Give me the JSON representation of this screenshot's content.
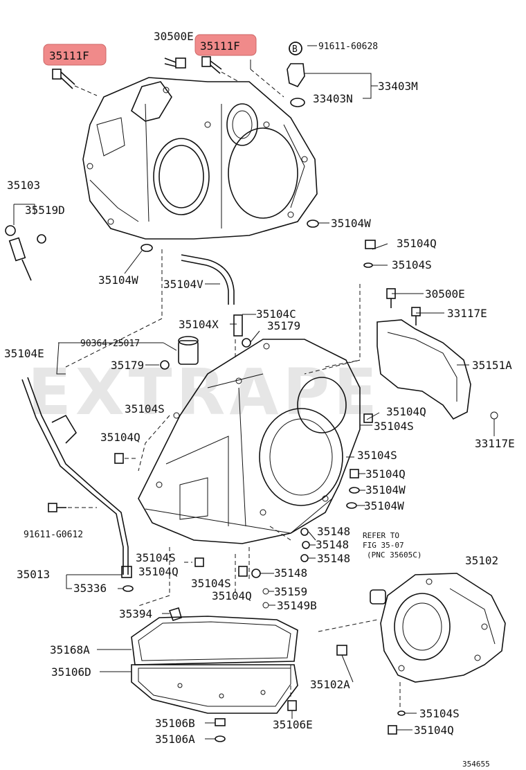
{
  "watermark": "EXTRAPE",
  "figure_id": "354655",
  "highlight_color": "#f08a8a",
  "callouts": {
    "p35111F_left": "35111F",
    "p30500E_top": "30500E",
    "p35111F_top": "35111F",
    "b_marker": "B",
    "p91611_60628": "91611-60628",
    "p33403M": "33403M",
    "p33403N": "33403N",
    "p35103": "35103",
    "p35519D": "35519D",
    "p35104W_right": "35104W",
    "p35104Q_upper": "35104Q",
    "p35104S_upper": "35104S",
    "p35104W_left": "35104W",
    "p35104V": "35104V",
    "p30500E_right": "30500E",
    "p33117E_upper": "33117E",
    "p35104C": "35104C",
    "p35104X": "35104X",
    "p35179_upper": "35179",
    "p35104E": "35104E",
    "p90364_25017": "90364-25017",
    "p35179_left": "35179",
    "p35151A": "35151A",
    "p35104S_mid_left": "35104S",
    "p35104Q_mid_right": "35104Q",
    "p35104S_mid_right": "35104S",
    "p33117E_lower": "33117E",
    "p35104Q_mid_left": "35104Q",
    "p35104S_right2": "35104S",
    "p35104Q_right2": "35104Q",
    "p35104W_right2": "35104W",
    "p35104W_right3": "35104W",
    "p91611_G0612": "91611-G0612",
    "p35148_a": "35148",
    "p35148_b": "35148",
    "p35148_c": "35148",
    "refer_line1": "REFER TO",
    "refer_line2": "FIG 35-07",
    "refer_line3": "(PNC 35605C)",
    "p35102": "35102",
    "p35104S_bl": "35104S",
    "p35013": "35013",
    "p35104Q_bl": "35104Q",
    "p35104S_bc": "35104S",
    "p35148_d": "35148",
    "p35336": "35336",
    "p35104Q_bc": "35104Q",
    "p35159": "35159",
    "p35149B": "35149B",
    "p35394": "35394",
    "p35168A": "35168A",
    "p35106D": "35106D",
    "p35102A": "35102A",
    "p35104S_br": "35104S",
    "p35106B": "35106B",
    "p35106E": "35106E",
    "p35104Q_br": "35104Q",
    "p35106A": "35106A"
  }
}
